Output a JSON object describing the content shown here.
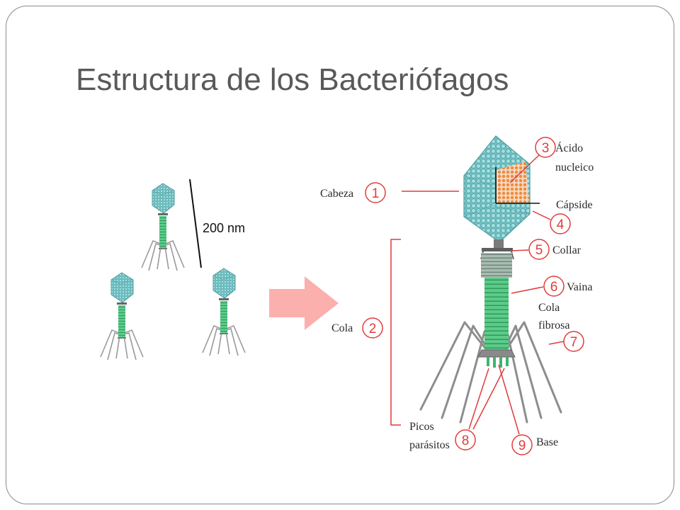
{
  "slide": {
    "title": "Estructura de los Bacteriófagos"
  },
  "scale_label": "200 nm",
  "labels": {
    "cabeza": {
      "number": "1",
      "text": "Cabeza"
    },
    "cola": {
      "number": "2",
      "text": "Cola"
    },
    "acido_nucleico": {
      "number": "3",
      "line1": "Ácido",
      "line2": "nucleico"
    },
    "capside": {
      "number": "4",
      "text": "Cápside"
    },
    "collar": {
      "number": "5",
      "text": "Collar"
    },
    "vaina": {
      "number": "6",
      "text": "Vaina"
    },
    "cola_fibrosa": {
      "number": "7",
      "line1": "Cola",
      "line2": "fibrosa"
    },
    "picos_parasitos": {
      "number": "8",
      "line1": "Picos",
      "line2": "parásitos"
    },
    "base": {
      "number": "9",
      "text": "Base"
    }
  },
  "colors": {
    "title": "#595959",
    "frame": "#8a8a8a",
    "callout_red": "#e23b3b",
    "arrow": "#fbb0ae",
    "head_teal": "#6fbfc2",
    "nucleic_acid_orange": "#f08a3c",
    "sheath_green": "#5ccb8a",
    "fiber_gray": "#8d8d8d"
  }
}
